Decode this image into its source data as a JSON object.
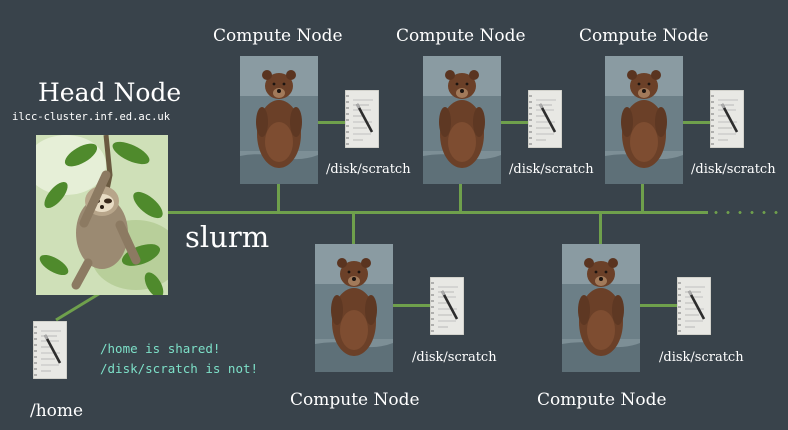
{
  "head_node": {
    "title": "Head Node",
    "hostname": "ilcc-cluster.inf.ed.ac.uk"
  },
  "scheduler_label": "slurm",
  "home": {
    "label": "/home",
    "note_line_1": "/home is shared!",
    "note_line_2": "/disk/scratch is not!"
  },
  "compute_nodes": [
    {
      "title": "Compute Node",
      "disk_label": "/disk/scratch"
    },
    {
      "title": "Compute Node",
      "disk_label": "/disk/scratch"
    },
    {
      "title": "Compute Node",
      "disk_label": "/disk/scratch"
    },
    {
      "title": "Compute Node",
      "disk_label": "/disk/scratch"
    },
    {
      "title": "Compute Node",
      "disk_label": "/disk/scratch"
    }
  ],
  "colors": {
    "background": "#39434b",
    "connector": "#6fa04c",
    "note_text": "#7de0c8"
  },
  "icons": {
    "head_node": "sloth-photo",
    "compute_node": "bear-photo",
    "disk": "notebook-icon"
  }
}
